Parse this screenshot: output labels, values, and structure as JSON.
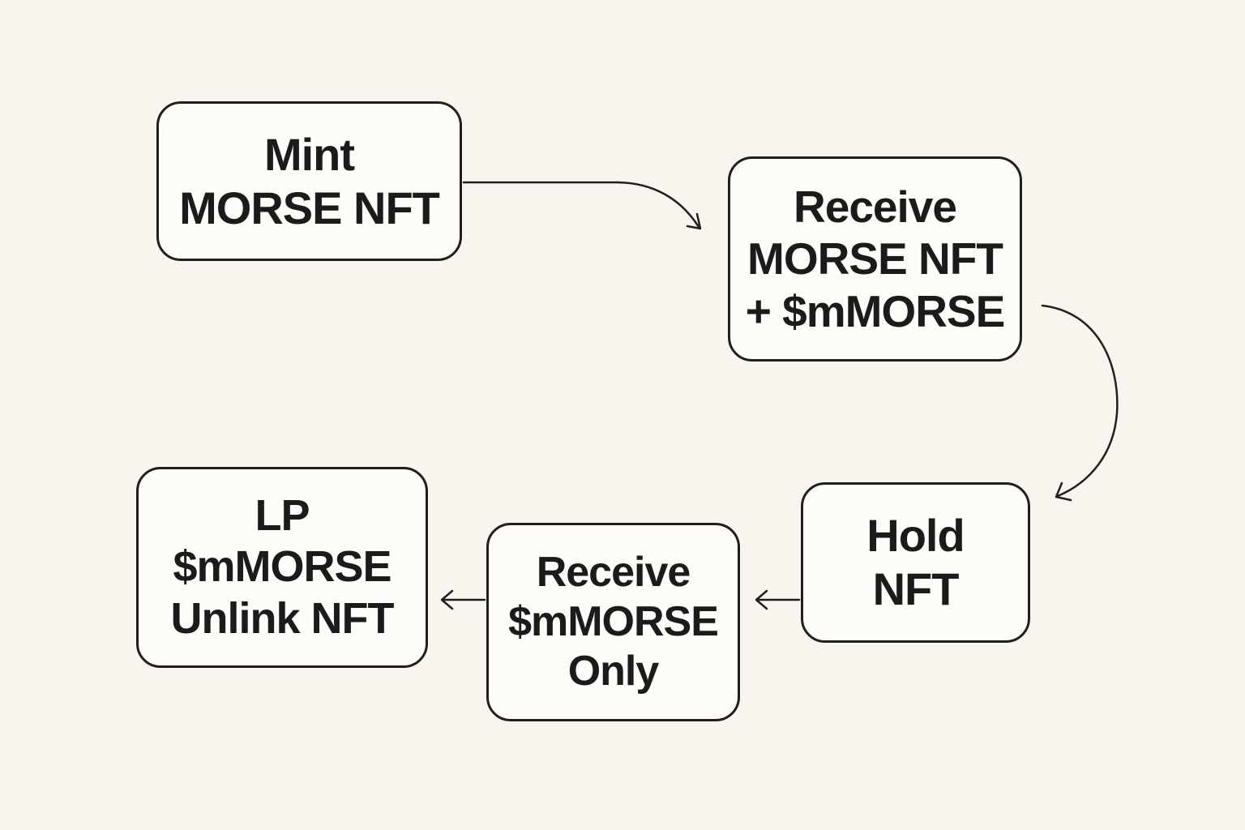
{
  "diagram": {
    "nodes": [
      {
        "id": "mint",
        "lines": [
          "Mint",
          "MORSE NFT"
        ]
      },
      {
        "id": "receive-both",
        "lines": [
          "Receive",
          "MORSE NFT",
          "+ $mMORSE"
        ]
      },
      {
        "id": "hold",
        "lines": [
          "Hold",
          "NFT"
        ]
      },
      {
        "id": "receive-only",
        "lines": [
          "Receive",
          "$mMORSE",
          "Only"
        ]
      },
      {
        "id": "lp",
        "lines": [
          "LP",
          "$mMORSE",
          "Unlink NFT"
        ]
      }
    ],
    "edges": [
      {
        "from": "mint",
        "to": "receive-both"
      },
      {
        "from": "receive-both",
        "to": "hold"
      },
      {
        "from": "hold",
        "to": "receive-only"
      },
      {
        "from": "receive-only",
        "to": "lp"
      }
    ],
    "colors": {
      "background": "#f8f5ee",
      "box_fill": "#fdfcf8",
      "stroke": "#1f1f1f",
      "text": "#1b1b1b"
    }
  }
}
